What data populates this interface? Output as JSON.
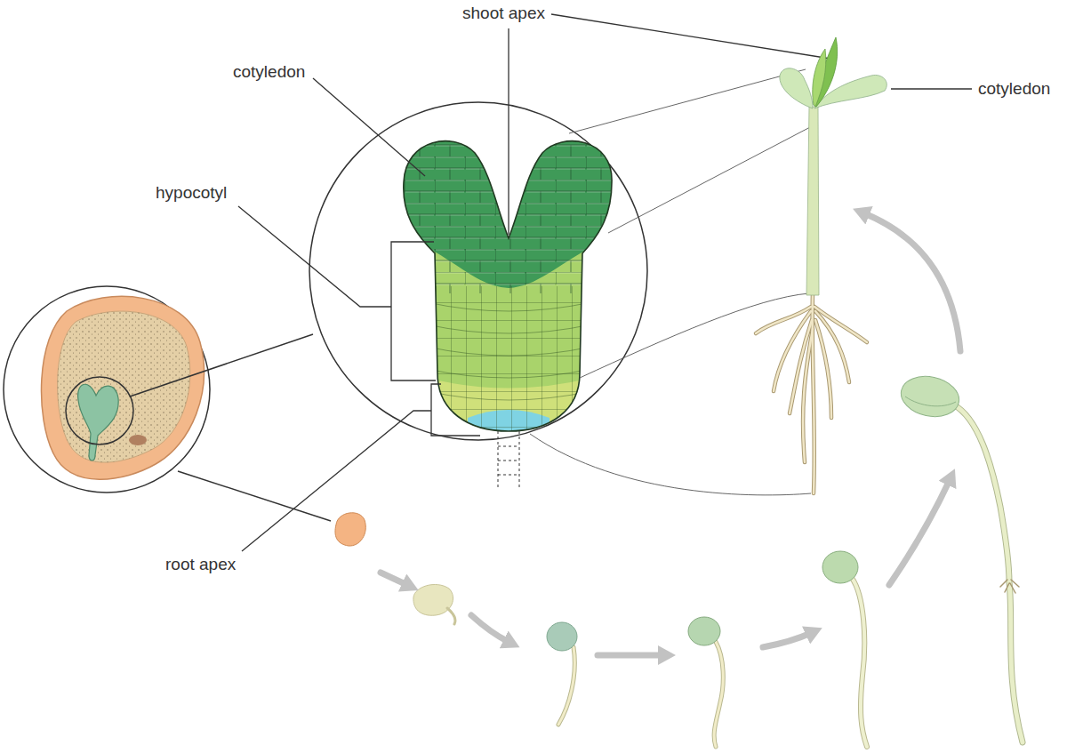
{
  "diagram": {
    "labels": [
      "shoot apex",
      "cotyledon",
      "hypocotyl",
      "root apex",
      "cotyledon"
    ]
  }
}
